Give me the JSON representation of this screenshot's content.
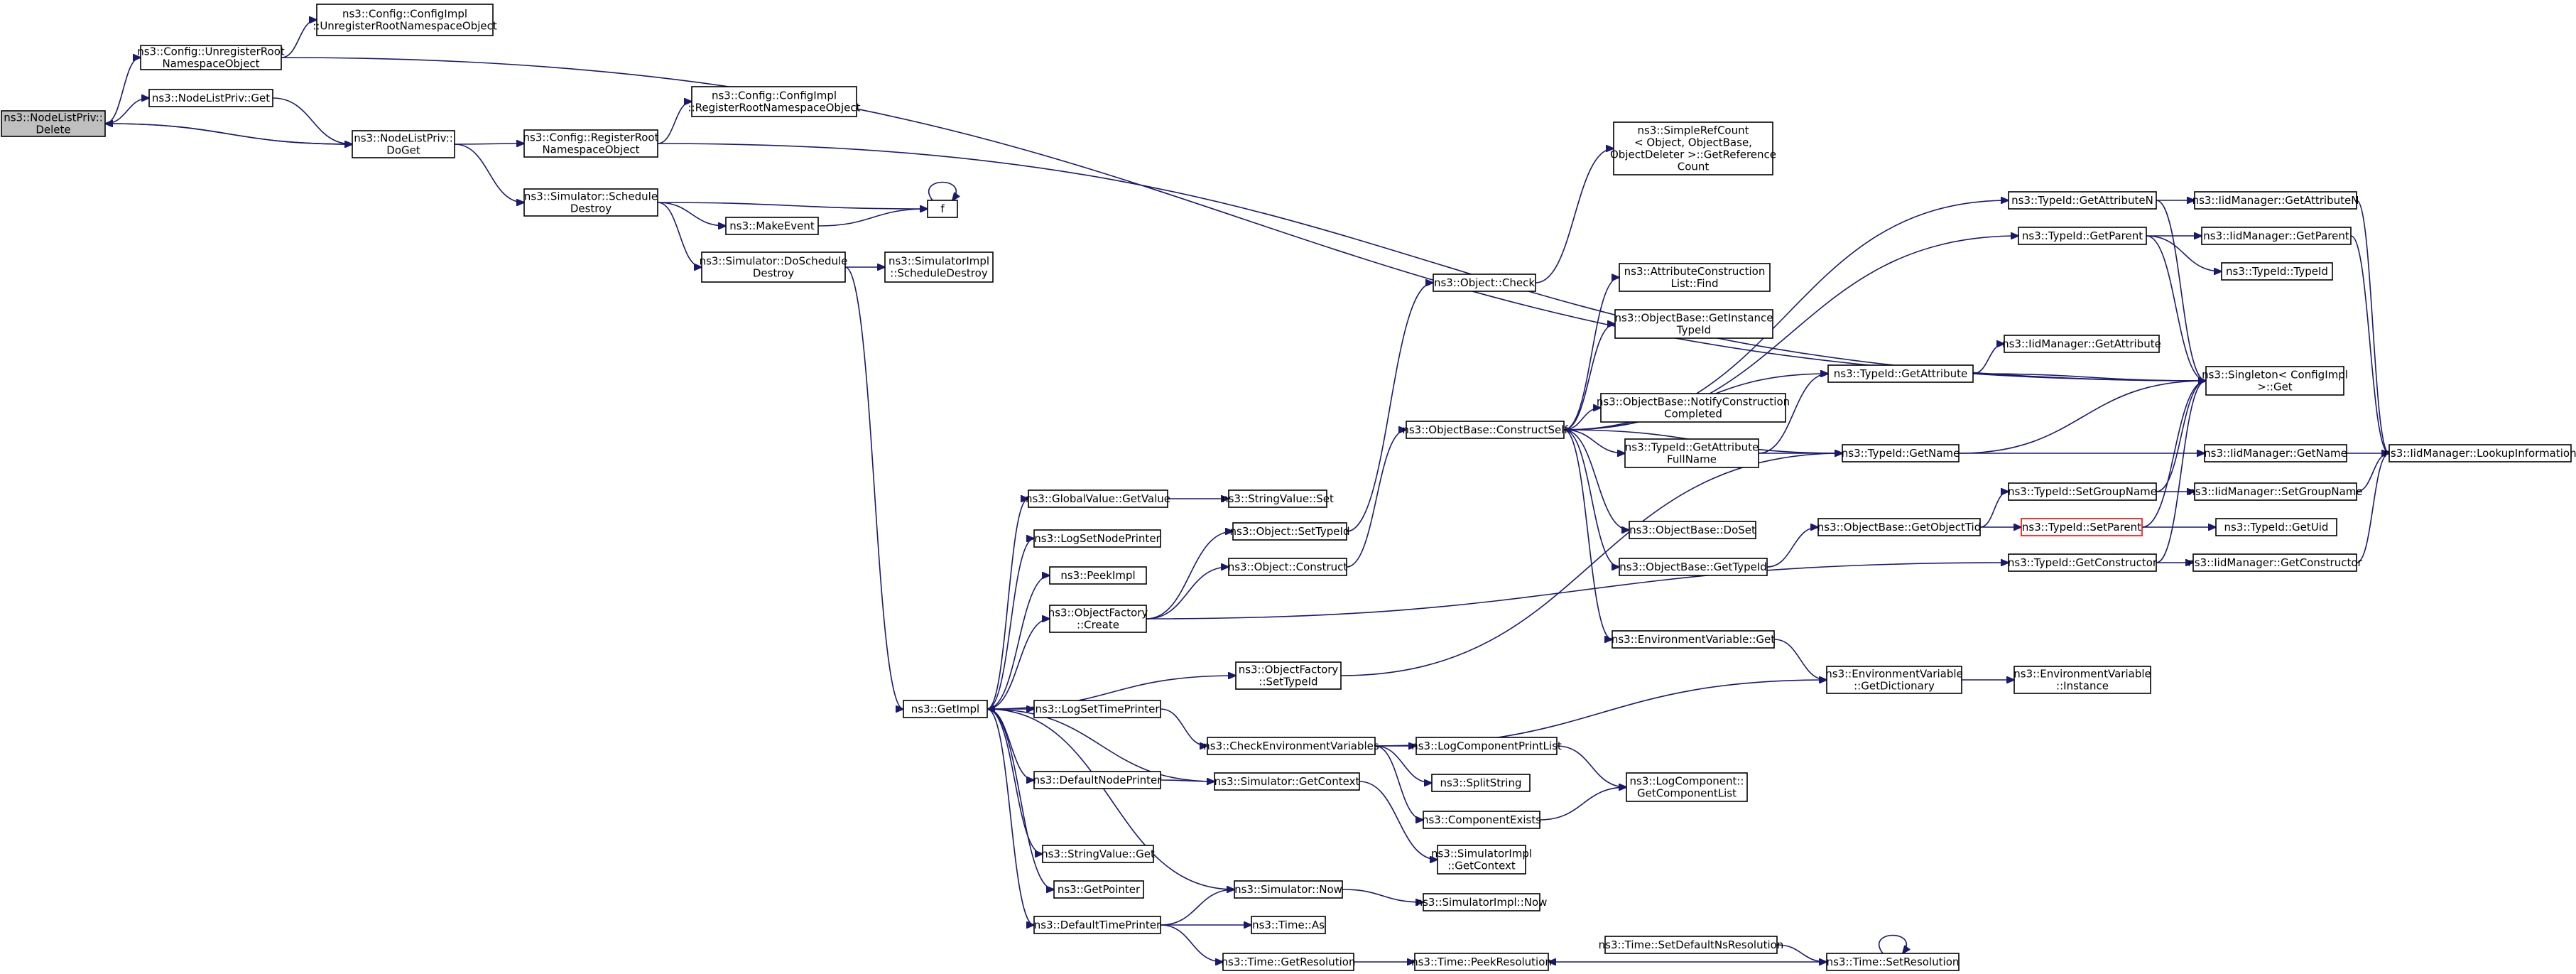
{
  "nodes": [
    {
      "id": "nlp_delete",
      "lines": [
        "ns3::NodeListPriv::",
        "Delete"
      ]
    },
    {
      "id": "cfg_unreg",
      "lines": [
        "ns3::Config::UnregisterRoot",
        "NamespaceObject"
      ]
    },
    {
      "id": "cfgimpl_unreg",
      "lines": [
        "ns3::Config::ConfigImpl",
        "::UnregisterRootNamespaceObject"
      ]
    },
    {
      "id": "nlp_get",
      "lines": [
        "ns3::NodeListPriv::Get"
      ]
    },
    {
      "id": "nlp_doget",
      "lines": [
        "ns3::NodeListPriv::",
        "DoGet"
      ]
    },
    {
      "id": "cfg_reg",
      "lines": [
        "ns3::Config::RegisterRoot",
        "NamespaceObject"
      ]
    },
    {
      "id": "cfgimpl_reg",
      "lines": [
        "ns3::Config::ConfigImpl",
        "::RegisterRootNamespaceObject"
      ]
    },
    {
      "id": "sim_sched_destroy",
      "lines": [
        "ns3::Simulator::Schedule",
        "Destroy"
      ]
    },
    {
      "id": "makeevent",
      "lines": [
        "ns3::MakeEvent"
      ]
    },
    {
      "id": "f",
      "lines": [
        "f"
      ]
    },
    {
      "id": "sim_doschedule",
      "lines": [
        "ns3::Simulator::DoSchedule",
        "Destroy"
      ]
    },
    {
      "id": "simimpl_sched",
      "lines": [
        "ns3::SimulatorImpl",
        "::ScheduleDestroy"
      ]
    },
    {
      "id": "simplerefcount",
      "lines": [
        "ns3::SimpleRefCount",
        "< Object, ObjectBase,",
        "ObjectDeleter >::GetReference",
        "Count"
      ]
    },
    {
      "id": "obj_check",
      "lines": [
        "ns3::Object::Check"
      ]
    },
    {
      "id": "attrconstr",
      "lines": [
        "ns3::AttributeConstruction",
        "List::Find"
      ]
    },
    {
      "id": "ob_getinstance",
      "lines": [
        "ns3::ObjectBase::GetInstance",
        "TypeId"
      ]
    },
    {
      "id": "ob_notify",
      "lines": [
        "ns3::ObjectBase::NotifyConstruction",
        "Completed"
      ]
    },
    {
      "id": "ob_constructself",
      "lines": [
        "ns3::ObjectBase::ConstructSelf"
      ]
    },
    {
      "id": "tid_getattrfull",
      "lines": [
        "ns3::TypeId::GetAttribute",
        "FullName"
      ]
    },
    {
      "id": "ob_doset",
      "lines": [
        "ns3::ObjectBase::DoSet"
      ]
    },
    {
      "id": "ob_gettypeid",
      "lines": [
        "ns3::ObjectBase::GetTypeId"
      ]
    },
    {
      "id": "envvar_get",
      "lines": [
        "ns3::EnvironmentVariable::Get"
      ]
    },
    {
      "id": "tid_getattrn",
      "lines": [
        "ns3::TypeId::GetAttributeN"
      ]
    },
    {
      "id": "iid_getattrn",
      "lines": [
        "ns3::IidManager::GetAttributeN"
      ]
    },
    {
      "id": "tid_getparent",
      "lines": [
        "ns3::TypeId::GetParent"
      ]
    },
    {
      "id": "iid_getparent",
      "lines": [
        "ns3::IidManager::GetParent"
      ]
    },
    {
      "id": "tid_typeid",
      "lines": [
        "ns3::TypeId::TypeId"
      ]
    },
    {
      "id": "singleton",
      "lines": [
        "ns3::Singleton< ConfigImpl",
        ">::Get"
      ]
    },
    {
      "id": "tid_getattr",
      "lines": [
        "ns3::TypeId::GetAttribute"
      ]
    },
    {
      "id": "iid_getattr",
      "lines": [
        "ns3::IidManager::GetAttribute"
      ]
    },
    {
      "id": "tid_getname",
      "lines": [
        "ns3::TypeId::GetName"
      ]
    },
    {
      "id": "iid_getname",
      "lines": [
        "ns3::IidManager::GetName"
      ]
    },
    {
      "id": "iid_lookup",
      "lines": [
        "ns3::IidManager::LookupInformation"
      ]
    },
    {
      "id": "tid_setgroup",
      "lines": [
        "ns3::TypeId::SetGroupName"
      ]
    },
    {
      "id": "iid_setgroup",
      "lines": [
        "ns3::IidManager::SetGroupName"
      ]
    },
    {
      "id": "ob_getobjtid",
      "lines": [
        "ns3::ObjectBase::GetObjectTid"
      ]
    },
    {
      "id": "tid_setparent",
      "lines": [
        "ns3::TypeId::SetParent"
      ]
    },
    {
      "id": "tid_getuid",
      "lines": [
        "ns3::TypeId::GetUid"
      ]
    },
    {
      "id": "tid_getctor",
      "lines": [
        "ns3::TypeId::GetConstructor"
      ]
    },
    {
      "id": "iid_getctor",
      "lines": [
        "ns3::IidManager::GetConstructor"
      ]
    },
    {
      "id": "gv_getvalue",
      "lines": [
        "ns3::GlobalValue::GetValue"
      ]
    },
    {
      "id": "sv_set",
      "lines": [
        "ns3::StringValue::Set"
      ]
    },
    {
      "id": "logsetnodeprinter",
      "lines": [
        "ns3::LogSetNodePrinter"
      ]
    },
    {
      "id": "obj_settypeid",
      "lines": [
        "ns3::Object::SetTypeId"
      ]
    },
    {
      "id": "peekimpl",
      "lines": [
        "ns3::PeekImpl"
      ]
    },
    {
      "id": "obj_construct",
      "lines": [
        "ns3::Object::Construct"
      ]
    },
    {
      "id": "of_create",
      "lines": [
        "ns3::ObjectFactory",
        "::Create"
      ]
    },
    {
      "id": "of_settypeid",
      "lines": [
        "ns3::ObjectFactory",
        "::SetTypeId"
      ]
    },
    {
      "id": "envvar_getdict",
      "lines": [
        "ns3::EnvironmentVariable",
        "::GetDictionary"
      ]
    },
    {
      "id": "envvar_instance",
      "lines": [
        "ns3::EnvironmentVariable",
        "::Instance"
      ]
    },
    {
      "id": "getimpl",
      "lines": [
        "ns3::GetImpl"
      ]
    },
    {
      "id": "logsettimeprinter",
      "lines": [
        "ns3::LogSetTimePrinter"
      ]
    },
    {
      "id": "checkenv",
      "lines": [
        "ns3::CheckEnvironmentVariables"
      ]
    },
    {
      "id": "logcompprintlist",
      "lines": [
        "ns3::LogComponentPrintList"
      ]
    },
    {
      "id": "splitstring",
      "lines": [
        "ns3::SplitString"
      ]
    },
    {
      "id": "logcomp_getlist",
      "lines": [
        "ns3::LogComponent::",
        "GetComponentList"
      ]
    },
    {
      "id": "defnodeprinter",
      "lines": [
        "ns3::DefaultNodePrinter"
      ]
    },
    {
      "id": "sim_getcontext",
      "lines": [
        "ns3::Simulator::GetContext"
      ]
    },
    {
      "id": "compexists",
      "lines": [
        "ns3::ComponentExists"
      ]
    },
    {
      "id": "simimpl_getcontext",
      "lines": [
        "ns3::SimulatorImpl",
        "::GetContext"
      ]
    },
    {
      "id": "sv_get",
      "lines": [
        "ns3::StringValue::Get"
      ]
    },
    {
      "id": "getpointer",
      "lines": [
        "ns3::GetPointer"
      ]
    },
    {
      "id": "sim_now",
      "lines": [
        "ns3::Simulator::Now"
      ]
    },
    {
      "id": "simimpl_now",
      "lines": [
        "ns3::SimulatorImpl::Now"
      ]
    },
    {
      "id": "deftimeprinter",
      "lines": [
        "ns3::DefaultTimePrinter"
      ]
    },
    {
      "id": "time_as",
      "lines": [
        "ns3::Time::As"
      ]
    },
    {
      "id": "time_getres",
      "lines": [
        "ns3::Time::GetResolution"
      ]
    },
    {
      "id": "time_peekres",
      "lines": [
        "ns3::Time::PeekResolution"
      ]
    },
    {
      "id": "time_setdefault",
      "lines": [
        "ns3::Time::SetDefaultNsResolution"
      ]
    },
    {
      "id": "time_setres",
      "lines": [
        "ns3::Time::SetResolution"
      ]
    }
  ],
  "edges": [
    [
      "nlp_delete",
      "cfg_unreg"
    ],
    [
      "nlp_delete",
      "nlp_get"
    ],
    [
      "nlp_delete",
      "nlp_doget"
    ],
    [
      "cfg_unreg",
      "cfgimpl_unreg"
    ],
    [
      "cfg_unreg",
      "singleton"
    ],
    [
      "nlp_get",
      "nlp_doget"
    ],
    [
      "nlp_doget",
      "nlp_delete"
    ],
    [
      "nlp_doget",
      "cfg_reg"
    ],
    [
      "nlp_doget",
      "sim_sched_destroy"
    ],
    [
      "cfg_reg",
      "cfgimpl_reg"
    ],
    [
      "cfg_reg",
      "singleton"
    ],
    [
      "sim_sched_destroy",
      "f"
    ],
    [
      "sim_sched_destroy",
      "makeevent"
    ],
    [
      "sim_sched_destroy",
      "sim_doschedule"
    ],
    [
      "makeevent",
      "f"
    ],
    [
      "f",
      "f"
    ],
    [
      "sim_doschedule",
      "simimpl_sched"
    ],
    [
      "sim_doschedule",
      "getimpl"
    ],
    [
      "obj_check",
      "simplerefcount"
    ],
    [
      "ob_constructself",
      "attrconstr"
    ],
    [
      "ob_constructself",
      "ob_getinstance"
    ],
    [
      "ob_constructself",
      "ob_notify"
    ],
    [
      "ob_constructself",
      "tid_getattrfull"
    ],
    [
      "ob_constructself",
      "ob_doset"
    ],
    [
      "ob_constructself",
      "ob_gettypeid"
    ],
    [
      "ob_constructself",
      "envvar_get"
    ],
    [
      "ob_constructself",
      "tid_getattrn"
    ],
    [
      "ob_constructself",
      "tid_getparent"
    ],
    [
      "ob_constructself",
      "tid_getattr"
    ],
    [
      "ob_constructself",
      "tid_getname"
    ],
    [
      "tid_getattrfull",
      "tid_getattr"
    ],
    [
      "tid_getattrfull",
      "tid_getname"
    ],
    [
      "ob_gettypeid",
      "ob_getobjtid"
    ],
    [
      "envvar_get",
      "envvar_getdict"
    ],
    [
      "tid_getattrn",
      "iid_getattrn"
    ],
    [
      "tid_getattrn",
      "singleton"
    ],
    [
      "iid_getattrn",
      "iid_lookup"
    ],
    [
      "tid_getparent",
      "iid_getparent"
    ],
    [
      "tid_getparent",
      "tid_typeid"
    ],
    [
      "tid_getparent",
      "singleton"
    ],
    [
      "iid_getparent",
      "iid_lookup"
    ],
    [
      "tid_getattr",
      "iid_getattr"
    ],
    [
      "tid_getattr",
      "singleton"
    ],
    [
      "tid_getname",
      "iid_getname"
    ],
    [
      "tid_getname",
      "singleton"
    ],
    [
      "iid_getname",
      "iid_lookup"
    ],
    [
      "ob_getobjtid",
      "tid_setgroup"
    ],
    [
      "ob_getobjtid",
      "tid_setparent"
    ],
    [
      "tid_setgroup",
      "iid_setgroup"
    ],
    [
      "tid_setgroup",
      "singleton"
    ],
    [
      "iid_setgroup",
      "iid_lookup"
    ],
    [
      "tid_setparent",
      "tid_getuid"
    ],
    [
      "tid_setparent",
      "singleton"
    ],
    [
      "tid_getctor",
      "iid_getctor"
    ],
    [
      "tid_getctor",
      "singleton"
    ],
    [
      "iid_getctor",
      "iid_lookup"
    ],
    [
      "gv_getvalue",
      "sv_set"
    ],
    [
      "obj_settypeid",
      "obj_check"
    ],
    [
      "obj_construct",
      "ob_constructself"
    ],
    [
      "of_create",
      "obj_settypeid"
    ],
    [
      "of_create",
      "obj_construct"
    ],
    [
      "of_create",
      "tid_getctor"
    ],
    [
      "of_settypeid",
      "tid_getname"
    ],
    [
      "envvar_getdict",
      "envvar_instance"
    ],
    [
      "getimpl",
      "gv_getvalue"
    ],
    [
      "getimpl",
      "logsetnodeprinter"
    ],
    [
      "getimpl",
      "peekimpl"
    ],
    [
      "getimpl",
      "of_create"
    ],
    [
      "getimpl",
      "of_settypeid"
    ],
    [
      "getimpl",
      "logsettimeprinter"
    ],
    [
      "getimpl",
      "defnodeprinter"
    ],
    [
      "getimpl",
      "sv_get"
    ],
    [
      "getimpl",
      "getpointer"
    ],
    [
      "getimpl",
      "deftimeprinter"
    ],
    [
      "logsettimeprinter",
      "checkenv"
    ],
    [
      "checkenv",
      "envvar_getdict"
    ],
    [
      "checkenv",
      "logcompprintlist"
    ],
    [
      "checkenv",
      "splitstring"
    ],
    [
      "checkenv",
      "compexists"
    ],
    [
      "logcompprintlist",
      "logcomp_getlist"
    ],
    [
      "compexists",
      "logcomp_getlist"
    ],
    [
      "defnodeprinter",
      "sim_getcontext"
    ],
    [
      "sim_getcontext",
      "getimpl"
    ],
    [
      "sim_getcontext",
      "simimpl_getcontext"
    ],
    [
      "sim_now",
      "getimpl"
    ],
    [
      "sim_now",
      "simimpl_now"
    ],
    [
      "deftimeprinter",
      "sim_now"
    ],
    [
      "deftimeprinter",
      "time_as"
    ],
    [
      "deftimeprinter",
      "time_getres"
    ],
    [
      "time_getres",
      "time_peekres"
    ],
    [
      "time_setdefault",
      "time_setres"
    ],
    [
      "time_setres",
      "time_peekres"
    ],
    [
      "time_setres",
      "time_setres"
    ]
  ]
}
